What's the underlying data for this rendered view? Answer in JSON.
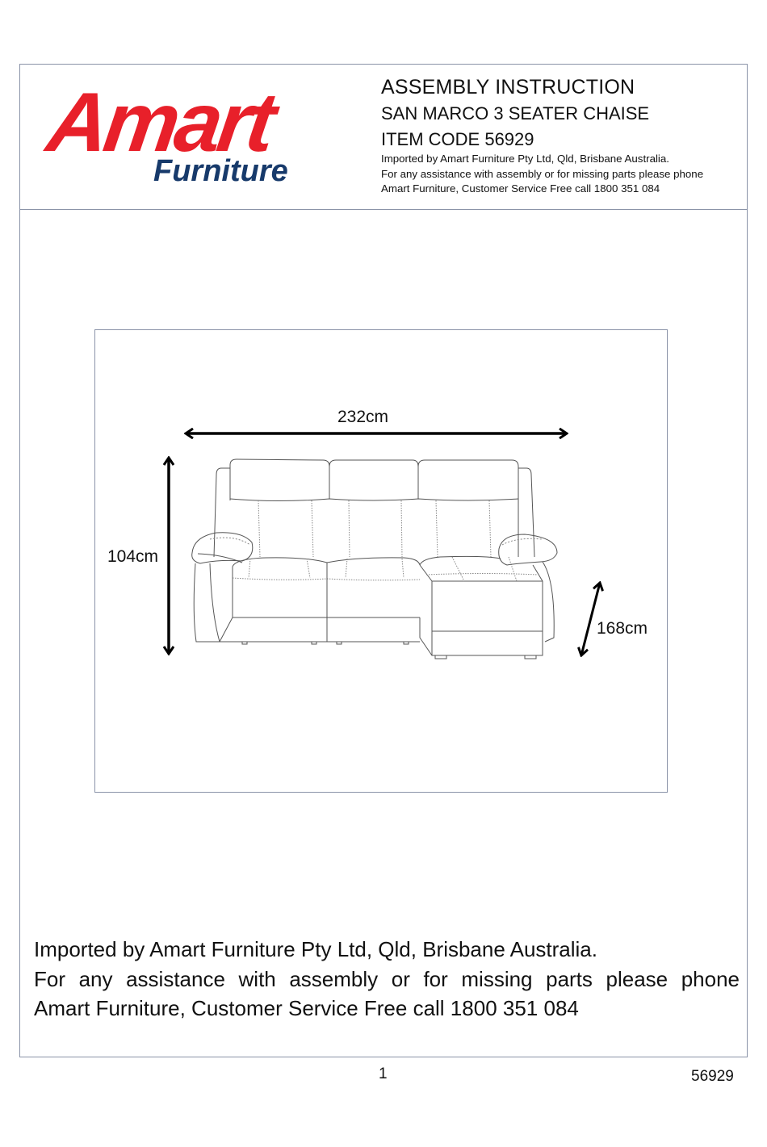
{
  "header": {
    "logo": {
      "brand": "Amart",
      "sub_brand": "Furniture",
      "brand_color": "#e8202a",
      "sub_brand_color": "#173a6b"
    },
    "title": "ASSEMBLY INSTRUCTION",
    "product_name": "SAN MARCO 3 SEATER CHAISE",
    "item_code": "ITEM CODE 56929",
    "importer_line": "Imported by Amart Furniture Pty Ltd, Qld, Brisbane Australia.",
    "assistance_line": "For any assistance with assembly or for missing parts please phone",
    "contact_line": "Amart Furniture, Customer Service Free call 1800 351 084"
  },
  "diagram": {
    "subject": "3 seater sofa with chaise line drawing",
    "dimensions": {
      "width": "232cm",
      "height": "104cm",
      "depth": "168cm"
    }
  },
  "footer": {
    "importer_line": "Imported by Amart Furniture Pty Ltd, Qld, Brisbane Australia.",
    "assistance_line": "For any assistance with assembly or for missing parts please phone",
    "contact_line": "Amart Furniture, Customer Service Free call 1800 351 084"
  },
  "page": {
    "number": "1",
    "code": "56929"
  },
  "colors": {
    "border": "#8a93a8"
  }
}
